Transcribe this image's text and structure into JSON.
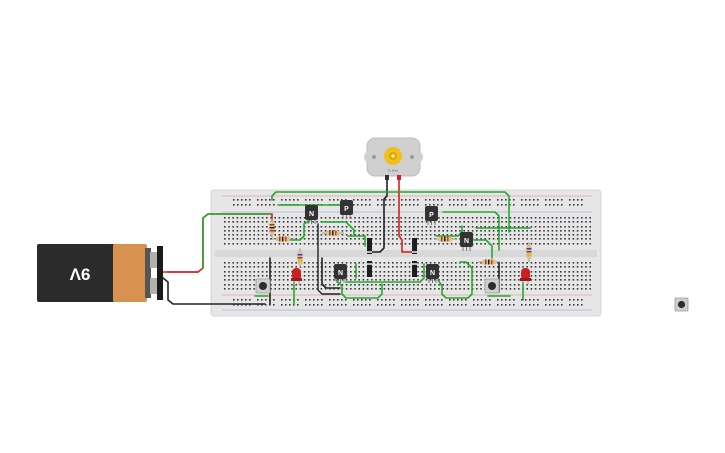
{
  "battery": {
    "label": "9V",
    "terminal_positive": "+",
    "terminal_negative": "-"
  },
  "motor": {
    "label": "DC Motor"
  },
  "transistors": [
    {
      "id": "q1",
      "type_label": "N"
    },
    {
      "id": "q2",
      "type_label": "P"
    },
    {
      "id": "q3",
      "type_label": "P"
    },
    {
      "id": "q4",
      "type_label": "N"
    },
    {
      "id": "q5",
      "type_label": "N"
    },
    {
      "id": "q6",
      "type_label": "N"
    }
  ],
  "colors": {
    "breadboard": "#e6e6e6",
    "breadboard_edge": "#d6d6d6",
    "hole": "#3a3a3a",
    "wire_green": "#27a82f",
    "wire_black": "#222222",
    "wire_red": "#d42020",
    "battery_body": "#2b2b2b",
    "battery_cap": "#d9914f",
    "led_red": "#c92020",
    "transistor": "#333333",
    "motor_body": "#d0d0d0",
    "motor_shaft": "#f0c020"
  },
  "icons": {
    "battery": "battery-9v-icon",
    "motor": "dc-motor-icon",
    "pushbutton": "pushbutton-icon",
    "led": "led-icon",
    "resistor": "resistor-icon",
    "diode": "diode-icon",
    "transistor": "transistor-icon"
  }
}
